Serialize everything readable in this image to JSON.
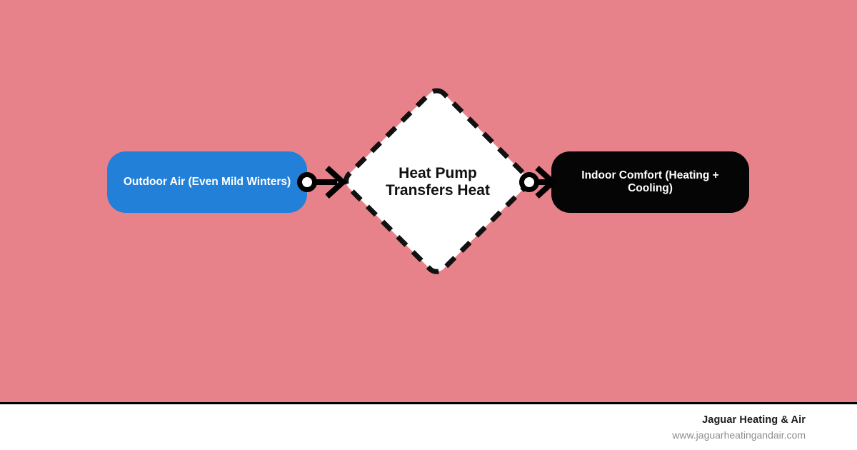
{
  "canvas": {
    "background_color": "#e8828a",
    "divider_color": "#000000"
  },
  "diagram": {
    "type": "flowchart",
    "orientation": "left-to-right",
    "nodes": [
      {
        "id": "source",
        "label": "Outdoor Air (Even Mild Winters)",
        "shape": "rounded-rectangle",
        "fill_color": "#2280d8",
        "text_color": "#ffffff"
      },
      {
        "id": "process",
        "label": "Heat Pump Transfers Heat",
        "shape": "diamond",
        "fill_color": "#ffffff",
        "border_style": "dashed",
        "border_color": "#111111",
        "text_color": "#111111"
      },
      {
        "id": "target",
        "label": "Indoor Comfort (Heating + Cooling)",
        "shape": "rounded-rectangle",
        "fill_color": "#050505",
        "text_color": "#ffffff"
      }
    ],
    "connectors": [
      {
        "id": "source-to-process",
        "from": "source",
        "to": "process",
        "start_marker": "circle-dot",
        "end_marker": "open-arrow",
        "color": "#000000"
      },
      {
        "id": "process-to-target",
        "from": "process",
        "to": "target",
        "start_marker": "circle-dot",
        "end_marker": "open-arrow",
        "color": "#000000"
      }
    ]
  },
  "footer": {
    "brand": "Jaguar Heating & Air",
    "url": "www.jaguarheatingandair.com"
  }
}
